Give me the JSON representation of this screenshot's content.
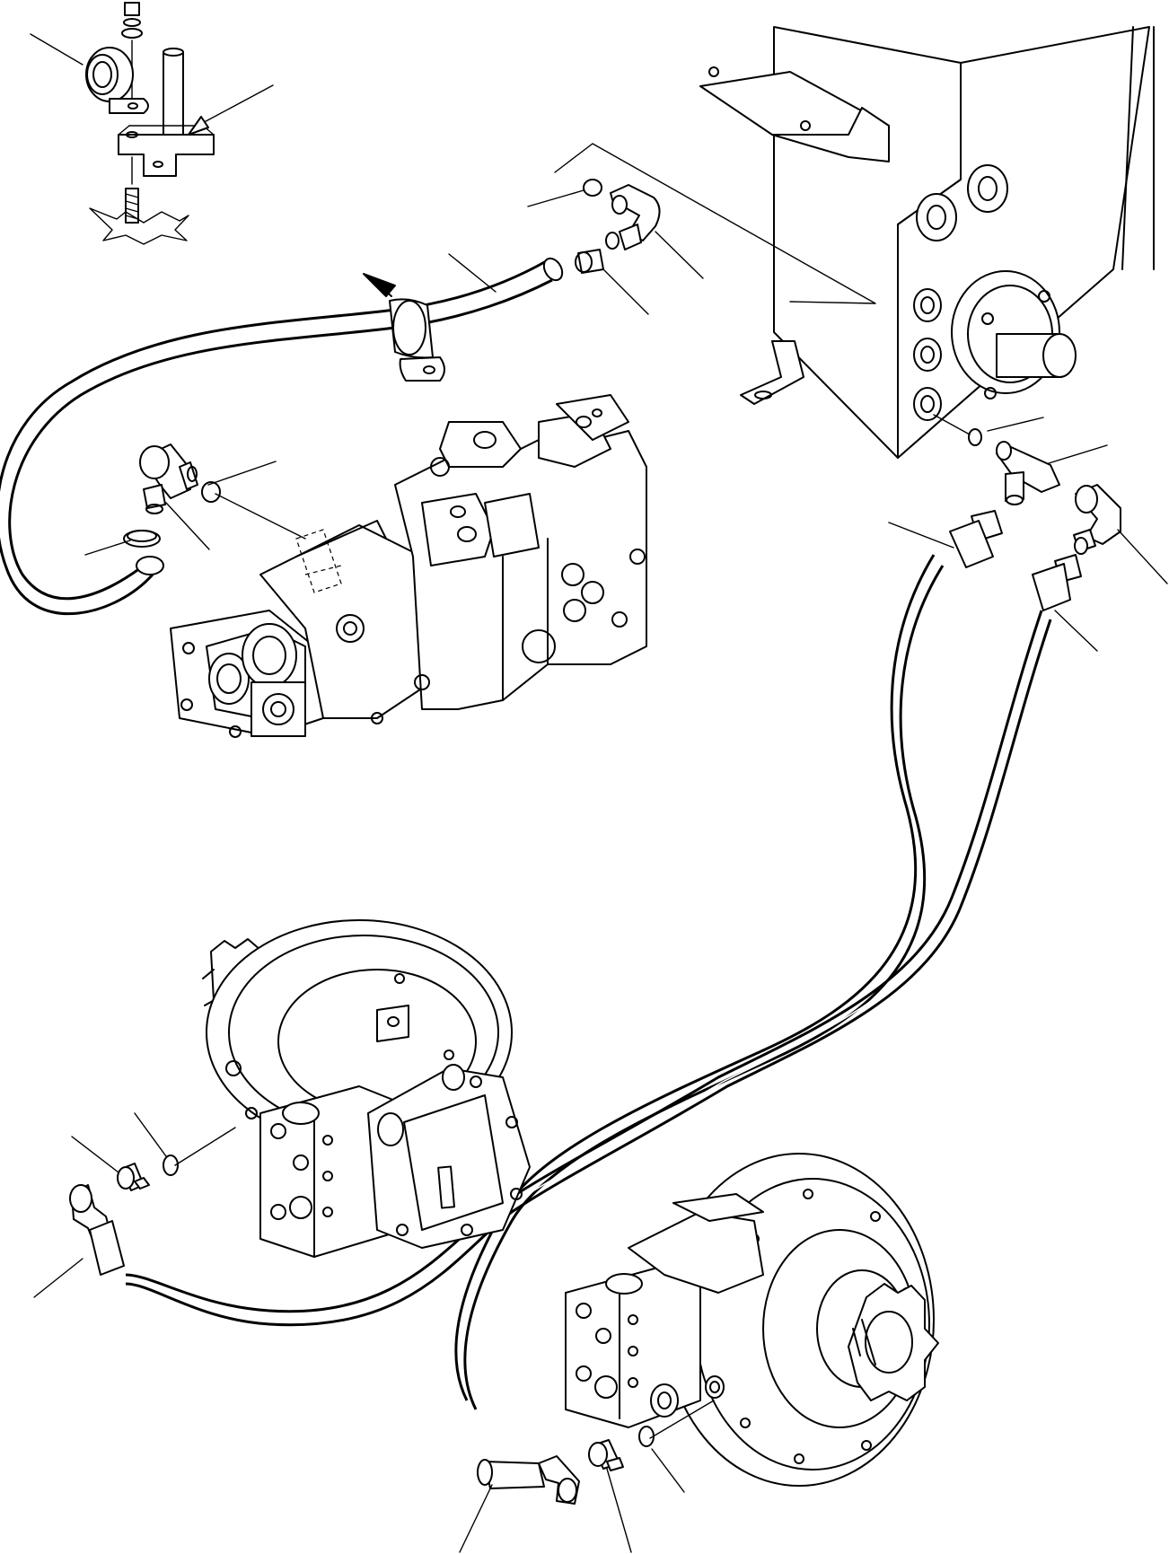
{
  "figure": {
    "kind": "hydraulic-drain-piping-exploded-view",
    "labels_visible": false,
    "line_color": "#000000",
    "background": "#ffffff"
  },
  "parts": [
    {
      "id": "hose-clamp-detail",
      "type": "detail-inset"
    },
    {
      "id": "main-drain-hose",
      "type": "hose"
    },
    {
      "id": "hose-clamp",
      "type": "clamp"
    },
    {
      "id": "hydraulic-tank",
      "type": "tank"
    },
    {
      "id": "control-valve",
      "type": "valve-block"
    },
    {
      "id": "tee-fitting",
      "type": "fitting"
    },
    {
      "id": "elbow-fitting",
      "type": "fitting"
    },
    {
      "id": "left-travel-motor",
      "type": "motor"
    },
    {
      "id": "right-travel-motor",
      "type": "motor"
    },
    {
      "id": "left-motor-drain-hose",
      "type": "hose"
    },
    {
      "id": "right-motor-drain-hose",
      "type": "hose"
    }
  ]
}
